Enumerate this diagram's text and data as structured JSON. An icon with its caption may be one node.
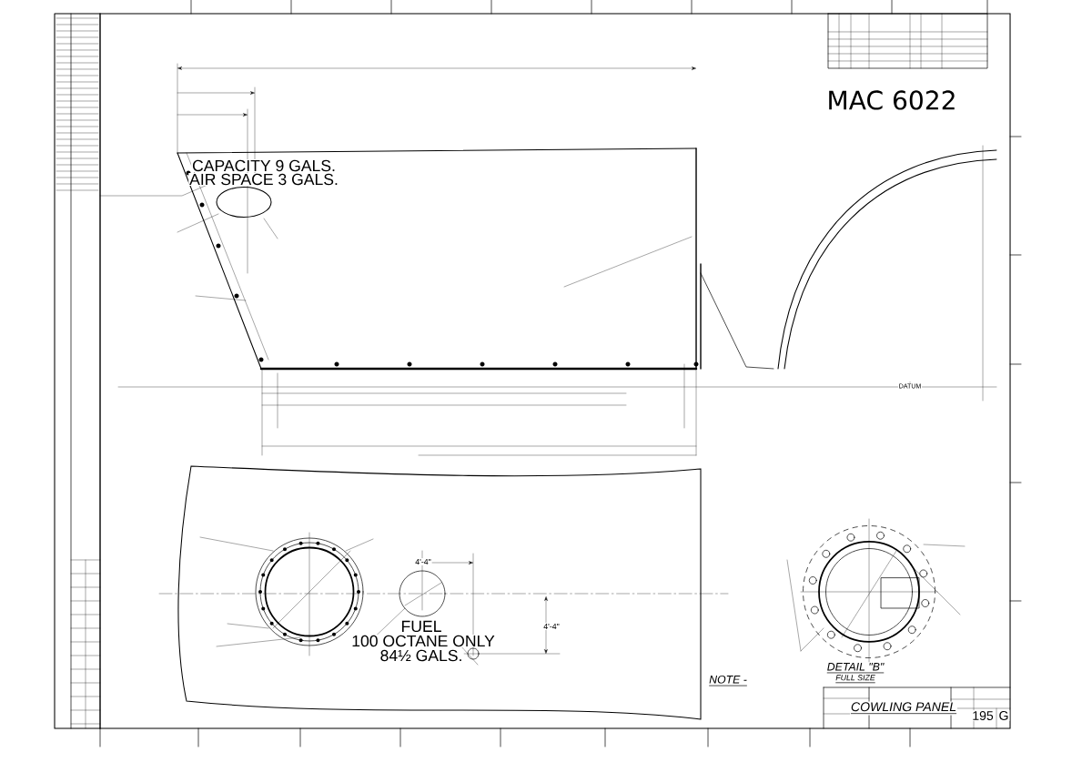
{
  "diagram": {
    "labels": [
      "MAC 6022",
      "CAPACITY 9 GALS.",
      "AIR SPACE 3 GALS.",
      "DATUM",
      "4'-4\"",
      "4'-4\"",
      "FUEL",
      "100 OCTANE ONLY",
      "84½ GALS.",
      "DETAIL \"B\"",
      "FULL SIZE",
      "NOTE -",
      "COWLING PANEL",
      "195",
      "G"
    ]
  }
}
